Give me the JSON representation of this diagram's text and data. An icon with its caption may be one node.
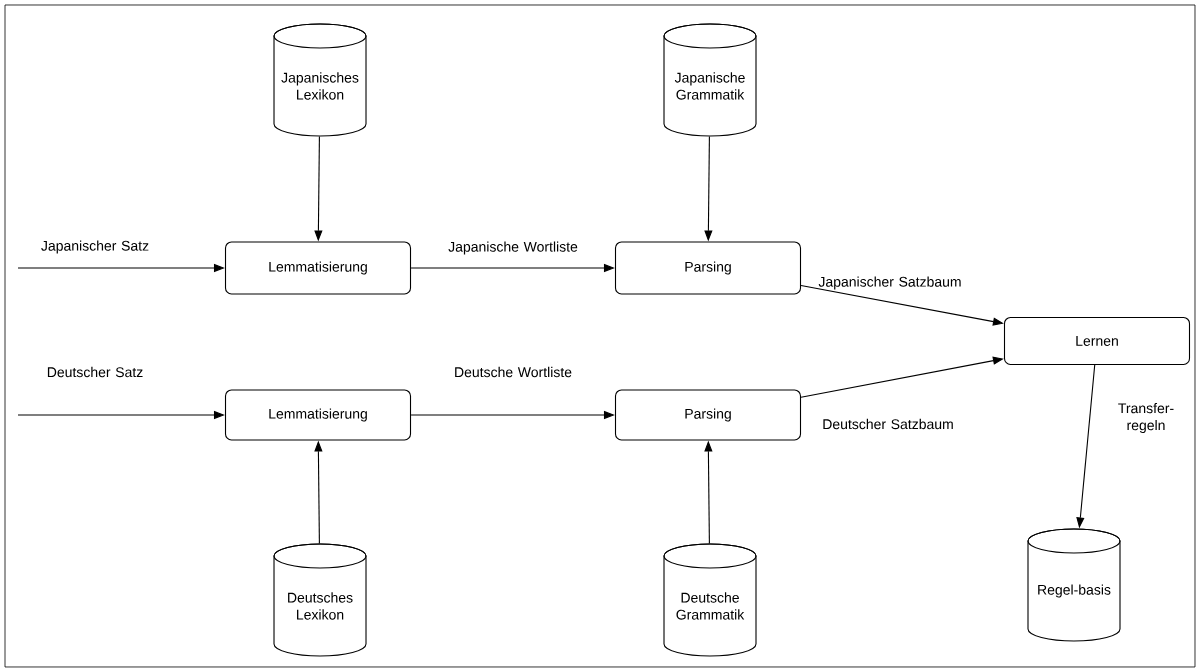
{
  "diagram": {
    "nodes": [
      {
        "text": [
          "Japanisches Lexikon"
        ]
      },
      {
        "text": [
          "Japanische Grammatik"
        ]
      },
      {
        "text": [
          "Lemmatisierung"
        ]
      },
      {
        "text": [
          "Parsing"
        ]
      },
      {
        "text": [
          "Lernen"
        ]
      },
      {
        "text": [
          "Lemmatisierung"
        ]
      },
      {
        "text": [
          "Parsing"
        ]
      },
      {
        "text": [
          "Regel-basis"
        ]
      },
      {
        "text": [
          "Deutsches Lexikon"
        ]
      },
      {
        "text": [
          "Deutsche Grammatik"
        ]
      }
    ],
    "edges": [
      {
        "from": null,
        "to": 2,
        "arrow": "to",
        "label": "Japanischer Satz"
      },
      {
        "from": 0,
        "to": 2,
        "arrow": "to"
      },
      {
        "from": 2,
        "to": 3,
        "arrow": "to",
        "label": "Japanische Wortliste"
      },
      {
        "from": 1,
        "to": 3,
        "arrow": "to"
      },
      {
        "from": 3,
        "to": 4,
        "arrow": "to",
        "label": "Japanischer Satzbaum"
      },
      {
        "from": null,
        "to": 5,
        "arrow": "to",
        "label": "Deutscher Satz"
      },
      {
        "from": 5,
        "to": 6,
        "arrow": "to",
        "label": "Deutsche Wortliste"
      },
      {
        "from": 8,
        "to": 5,
        "arrow": "to"
      },
      {
        "from": 9,
        "to": 6,
        "arrow": "to"
      },
      {
        "from": 6,
        "to": 4,
        "arrow": "to",
        "label": "Deutscher Satzbaum"
      },
      {
        "from": 4,
        "to": 7,
        "arrow": "to",
        "label": "Transfer-regeln"
      }
    ]
  }
}
